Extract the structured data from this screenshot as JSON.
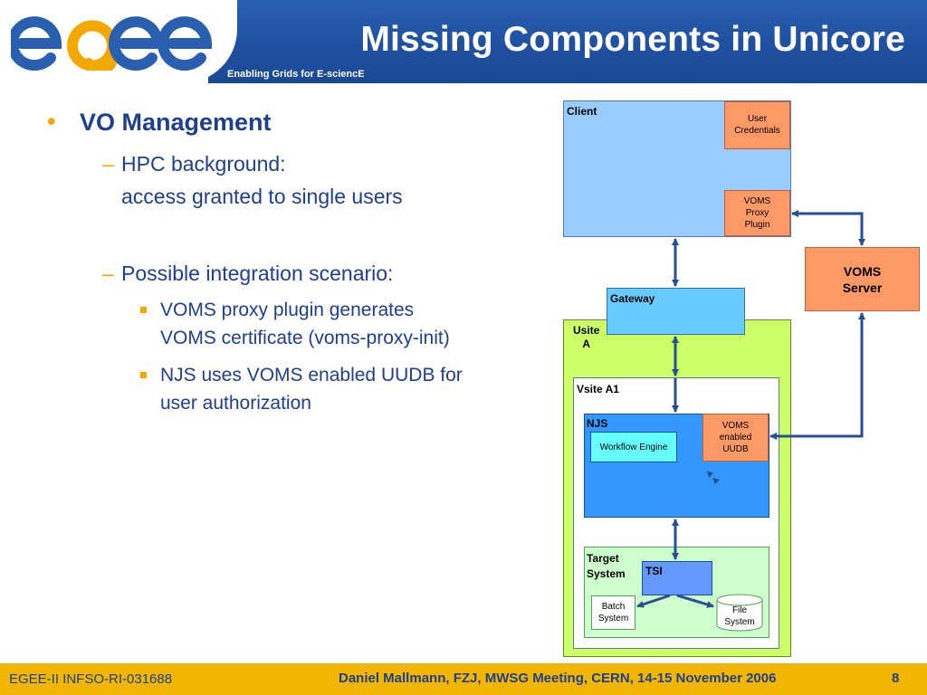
{
  "header": {
    "title": "Missing Components in Unicore",
    "subtitle": "Enabling Grids for E-sciencE",
    "logo_icon": "egee-logo"
  },
  "content": {
    "bullet1": "VO Management",
    "sub1_line1": "HPC background:",
    "sub1_line2": "access granted to single users",
    "sub2": "Possible integration scenario:",
    "subsub1_line1": "VOMS proxy plugin generates",
    "subsub1_line2": "VOMS certificate (voms-proxy-init)",
    "subsub2_line1": "NJS uses VOMS enabled UUDB for",
    "subsub2_line2": "user authorization"
  },
  "diagram": {
    "client": "Client",
    "user_credentials_1": "User",
    "user_credentials_2": "Credentials",
    "voms_proxy_1": "VOMS",
    "voms_proxy_2": "Proxy",
    "voms_proxy_3": "Plugin",
    "voms_server_1": "VOMS",
    "voms_server_2": "Server",
    "gateway": "Gateway",
    "usite_1": "Usite",
    "usite_2": "A",
    "vsite": "Vsite A1",
    "njs": "NJS",
    "workflow_engine": "Workflow Engine",
    "uudb_1": "VOMS",
    "uudb_2": "enabled",
    "uudb_3": "UUDB",
    "target_1": "Target",
    "target_2": "System",
    "tsi": "TSI",
    "batch_1": "Batch",
    "batch_2": "System",
    "file_1": "File",
    "file_2": "System",
    "colors": {
      "client": "#99ccff",
      "voms": "#ff9966",
      "usite": "#ccff66",
      "njs": "#3399ff",
      "target": "#ccffcc",
      "tsi": "#6699ff",
      "arrow": "#2a4f90"
    }
  },
  "footer": {
    "left": "EGEE-II INFSO-RI-031688",
    "center": "Daniel Mallmann, FZJ, MWSG Meeting, CERN, 14-15 November 2006",
    "page": "8"
  }
}
